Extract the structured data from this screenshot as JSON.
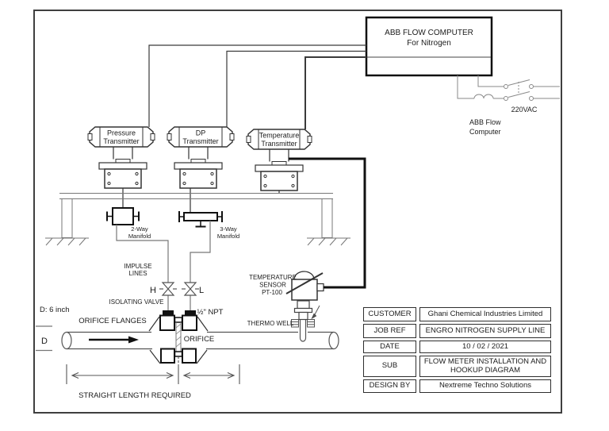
{
  "flow_computer": {
    "line1": "ABB FLOW COMPUTER",
    "line2": "For Nitrogen"
  },
  "power": {
    "voltage": "220VAC",
    "label_line1": "ABB Flow",
    "label_line2": "Computer"
  },
  "transmitters": {
    "pressure": {
      "line1": "Pressure",
      "line2": "Transmitter"
    },
    "dp": {
      "line1": "DP",
      "line2": "Transmitter"
    },
    "temperature": {
      "line1": "Temperature",
      "line2": "Transmitter"
    }
  },
  "manifolds": {
    "two_way_line1": "2-Way",
    "two_way_line2": "Manifold",
    "three_way_line1": "3-Way",
    "three_way_line2": "Manifold"
  },
  "impulse": {
    "line1": "IMPULSE",
    "line2": "LINES",
    "valve_h": "H",
    "valve_l": "L",
    "isolating_valve": "ISOLATING VALVE",
    "npt": "½\" NPT"
  },
  "pipe": {
    "size": "D: 6 inch",
    "diameter": "D",
    "orifice_flanges": "ORIFICE FLANGES",
    "orifice": "ORIFICE",
    "straight_length": "STRAIGHT LENGTH REQUIRED"
  },
  "temp_sensor": {
    "line1": "TEMPERATURE",
    "line2": "SENSOR",
    "line3": "PT-100",
    "thermo_well": "THERMO WELL"
  },
  "title_block": {
    "rows": [
      {
        "label": "CUSTOMER",
        "value": "Ghani Chemical Industries Limited"
      },
      {
        "label": "JOB REF",
        "value": "ENGRO NITROGEN SUPPLY LINE"
      },
      {
        "label": "DATE",
        "value": "10 / 02 / 2021"
      },
      {
        "label": "SUB",
        "value": "FLOW METER INSTALLATION AND HOOKUP DIAGRAM"
      },
      {
        "label": "DESIGN BY",
        "value": "Nextreme Techno Solutions"
      }
    ]
  },
  "colors": {
    "line": "#555555",
    "heavy": "#111111",
    "text": "#1c1c1c"
  }
}
